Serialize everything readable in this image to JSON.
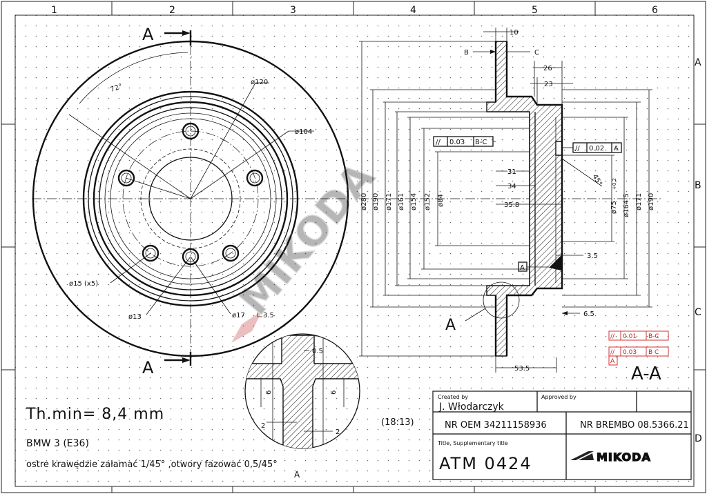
{
  "frame": {
    "col_labels": [
      "1",
      "2",
      "3",
      "4",
      "5",
      "6"
    ],
    "row_labels": [
      "A",
      "B",
      "C",
      "D"
    ]
  },
  "front_view": {
    "section_label_top": "A",
    "section_label_bottom": "A",
    "angle": "72°",
    "d120": "ø120",
    "d104": "ø104",
    "holes5": "ø15 (x5)",
    "d13": "ø13",
    "d17": "ø17",
    "depth": "3.5"
  },
  "section_view": {
    "dim_10": "10",
    "datum_b": "B",
    "datum_c": "C",
    "dim_26": "26",
    "dim_23": "23",
    "tol1_sym": "//",
    "tol1_val": "0.03",
    "tol1_ref": "B-C",
    "tol2_sym": "//",
    "tol2_val": "0.02",
    "tol2_ref": "A",
    "chamfer": "45°",
    "d280": "ø280",
    "d190l": "ø190",
    "d171l": "ø171",
    "d161": "ø161",
    "d154": "ø154",
    "d152": "ø152",
    "d84": "ø84",
    "d75": "ø75",
    "d75_tol": "+0.2",
    "d164": "ø164.5",
    "d171r": "ø171",
    "d190r": "ø190",
    "dim_31": "31",
    "dim_34": "34",
    "dim_358": "35.8",
    "dim_35": "3.5",
    "datum_a": "A",
    "dim_65": "6.5",
    "dim_535": "53.5",
    "detail_label": "A"
  },
  "detail_view": {
    "dim_05": "0.5",
    "dim_6a": "6",
    "dim_6b": "6",
    "dim_2a": "2",
    "dim_2b": "2",
    "label": "A",
    "scale": "(18:13)"
  },
  "red_tolerances": {
    "r1_sym": "//",
    "r1_val": "0.01",
    "r1_ref": "B-C",
    "r2_sym": "//",
    "r2_val": "0.03",
    "r2_ref": "B C",
    "r_datum": "A"
  },
  "section_title": "A-A",
  "notes": {
    "th_min": "Th.min= 8,4 mm",
    "car": "BMW 3 (E36)",
    "edges": "ostre krawędzie załamać 1/45° ,otwory fazować 0,5/45°"
  },
  "title_block": {
    "created_by_label": "Created by",
    "created_by": "J. Włodarczyk",
    "approved_by_label": "Approved by",
    "approved_by": "",
    "nr_oem": "NR OEM 34211158936",
    "nr_brembo": "NR BREMBO 08.5366.21",
    "title_label": "Title, Supplementary title",
    "title": "ATM 0424",
    "logo_text": "MIKODA"
  },
  "watermark": {
    "text": "MIKODA"
  }
}
